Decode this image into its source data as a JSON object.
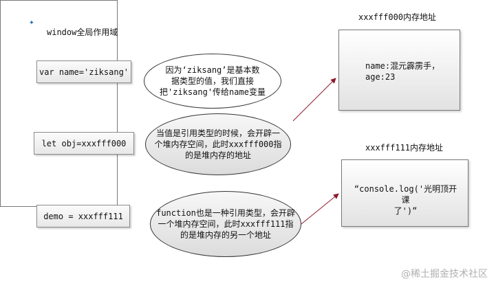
{
  "scope": {
    "title": "window全局作用域"
  },
  "variables": [
    "var name='ziksang'",
    "let obj=xxxfff000",
    "demo = xxxfff111"
  ],
  "notes": {
    "primitive": [
      "因为‘ziksang’是基本数",
      "据类型的值，我们直接",
      "把'ziksang'传给name变量"
    ],
    "object": [
      "当值是引用类型的时候，会开辟一",
      "个堆内存空间，此时xxxfff000指",
      "的是堆内存的地址"
    ],
    "function": [
      "function也是一种引用类型，会开辟",
      "一个堆内存空间，此时xxxfff111指",
      "的是堆内存的另一个地址"
    ]
  },
  "heap": {
    "obj": {
      "title": "xxxfff000内存地址",
      "lines": [
        "name:混元霹雳手，",
        "age:23"
      ]
    },
    "fn": {
      "title": "xxxfff111内存地址",
      "lines": [
        "“console.log('光明顶开课",
        "了')”"
      ]
    }
  },
  "watermark": "@稀土掘金技术社区",
  "colors": {
    "arrow": "#8b1a2b",
    "plus": "#2f6fb0"
  }
}
